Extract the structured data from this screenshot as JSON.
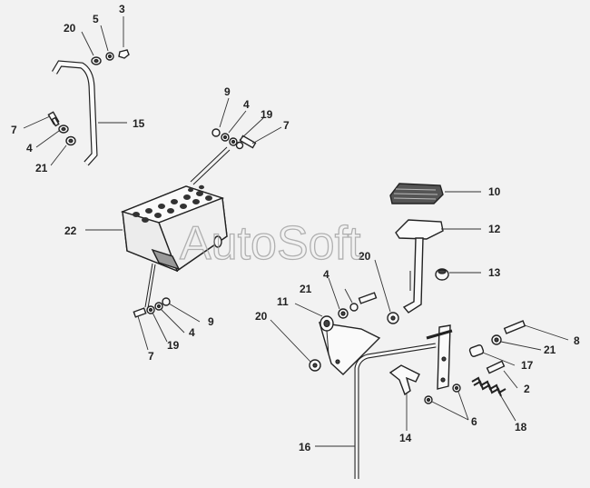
{
  "watermark": "AutoSoft",
  "labels": {
    "l3": "3",
    "l5": "5",
    "l20a": "20",
    "l15": "15",
    "l7a": "7",
    "l4a": "4",
    "l21a": "21",
    "l9a": "9",
    "l4b": "4",
    "l19a": "19",
    "l7b": "7",
    "l22": "22",
    "l10": "10",
    "l12": "12",
    "l13": "13",
    "l20b": "20",
    "l4c": "4",
    "l21b": "21",
    "l11": "11",
    "l20c": "20",
    "l9b": "9",
    "l4d": "4",
    "l19b": "19",
    "l7c": "7",
    "l8": "8",
    "l21c": "21",
    "l17": "17",
    "l2": "2",
    "l18": "18",
    "l6": "6",
    "l14": "14",
    "l16": "16"
  }
}
